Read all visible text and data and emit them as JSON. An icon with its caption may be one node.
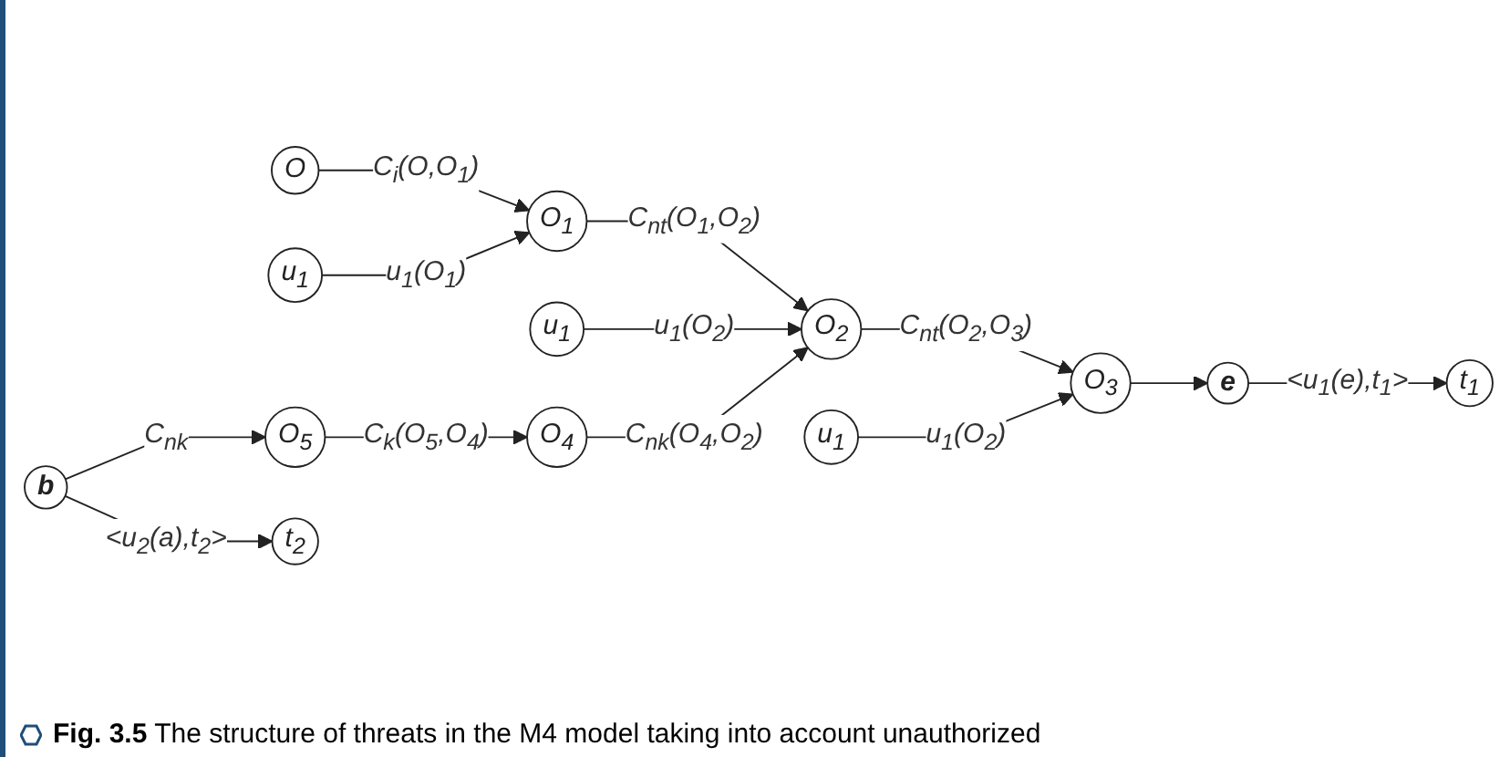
{
  "diagram": {
    "caption": "**Fig. 3.5** The structure of threats in the M4 model taking into account unauthorized",
    "nodes": [
      {
        "text": [
          "u$_{1}$"
        ]
      },
      {
        "text": [
          "u$_{1}$"
        ]
      },
      {
        "text": [
          "u$_{1}$"
        ]
      },
      {
        "text": [
          "O"
        ]
      },
      {
        "text": [
          "O$_{1}$"
        ]
      },
      {
        "text": [
          "O$_{2}$"
        ]
      },
      {
        "text": [
          "O$_{3}$"
        ]
      },
      {
        "text": [
          "e"
        ]
      },
      {
        "text": [
          "t$_{1}$"
        ]
      },
      {
        "text": [
          "O$_{4}$"
        ]
      },
      {
        "text": [
          "O$_{5}$"
        ]
      },
      {
        "text": [
          "b"
        ]
      },
      {
        "text": [
          "t$_{2}$"
        ]
      }
    ],
    "edges": [
      {
        "from": 3,
        "to": 4,
        "arrow": "to",
        "label": "C$_{i}$(O,O$_{1}$)"
      },
      {
        "from": 0,
        "to": 4,
        "arrow": "to",
        "label": "u$_{1}$(O$_{1}$)"
      },
      {
        "from": 4,
        "to": 5,
        "arrow": "to",
        "label": "C$_{nt}$(O$_{1}$,O$_{2}$)"
      },
      {
        "from": 1,
        "to": 5,
        "arrow": "to",
        "label": "u$_{1}$(O$_{2}$)"
      },
      {
        "from": 5,
        "to": 6,
        "arrow": "to",
        "label": "C$_{nt}$(O$_{2}$,O$_{3}$)"
      },
      {
        "from": 2,
        "to": 6,
        "arrow": "to",
        "label": "u$_{1}$(O$_{2}$)"
      },
      {
        "from": 6,
        "to": 7,
        "arrow": "to"
      },
      {
        "from": 7,
        "to": 8,
        "arrow": "to",
        "label": "<u$_{1}$(e),t$_{1}$>"
      },
      {
        "from": 9,
        "to": 5,
        "arrow": "to",
        "label": "C$_{nk}$(O$_{4}$,O$_{2}$)"
      },
      {
        "from": 10,
        "to": 9,
        "arrow": "to",
        "label": "C$_{k}$(O$_{5}$,O$_{4}$)"
      },
      {
        "from": 11,
        "to": 10,
        "arrow": "to",
        "label": "C$_{nk}$"
      },
      {
        "from": 11,
        "to": 12,
        "arrow": "to",
        "label": "<u$_{2}$(a),t$_{2}$>"
      }
    ]
  }
}
